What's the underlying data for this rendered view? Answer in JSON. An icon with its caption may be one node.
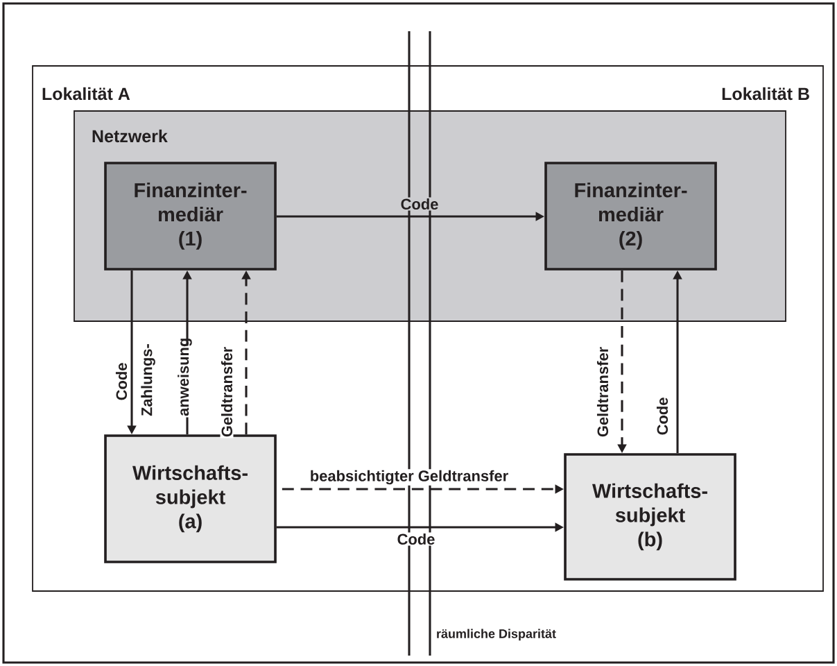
{
  "diagram": {
    "nodes": [
      {
        "text": [
          "Lokalität A",
          "Lokalität B"
        ]
      },
      {
        "text": [
          "Netzwerk"
        ],
        "in": 0
      },
      {
        "text": [
          "Finanzinter- mediär",
          "(1)"
        ],
        "in": 1
      },
      {
        "text": [
          "Finanzinter- mediär",
          "(2)"
        ],
        "in": 1
      },
      {
        "text": [
          "Wirtschafts- subjekt",
          "(a)"
        ],
        "in": 0
      },
      {
        "text": [
          "Wirtschafts- subjekt",
          "(b)"
        ],
        "in": 0
      }
    ],
    "edges": [
      {
        "from": 2,
        "to": 3,
        "arrow": "to",
        "label": "Code"
      },
      {
        "from": 2,
        "to": 4,
        "arrow": "to",
        "label": "Code"
      },
      {
        "from": 4,
        "to": 2,
        "arrow": "to",
        "label": "Zahlungs- anweisung"
      },
      {
        "from": 4,
        "to": 2,
        "arrow": "to",
        "label": "Geldtransfer",
        "style": "dashed"
      },
      {
        "from": 3,
        "to": 5,
        "arrow": "to",
        "label": "Geldtransfer",
        "style": "dashed"
      },
      {
        "from": 5,
        "to": 3,
        "arrow": "to",
        "label": "Code"
      },
      {
        "from": 4,
        "to": 5,
        "arrow": "to",
        "label": "beabsichtigter Geldtransfer",
        "style": "dashed"
      },
      {
        "from": 4,
        "to": 5,
        "arrow": "to",
        "label": "Code"
      }
    ],
    "labels": [
      "räumliche Disparität"
    ]
  }
}
